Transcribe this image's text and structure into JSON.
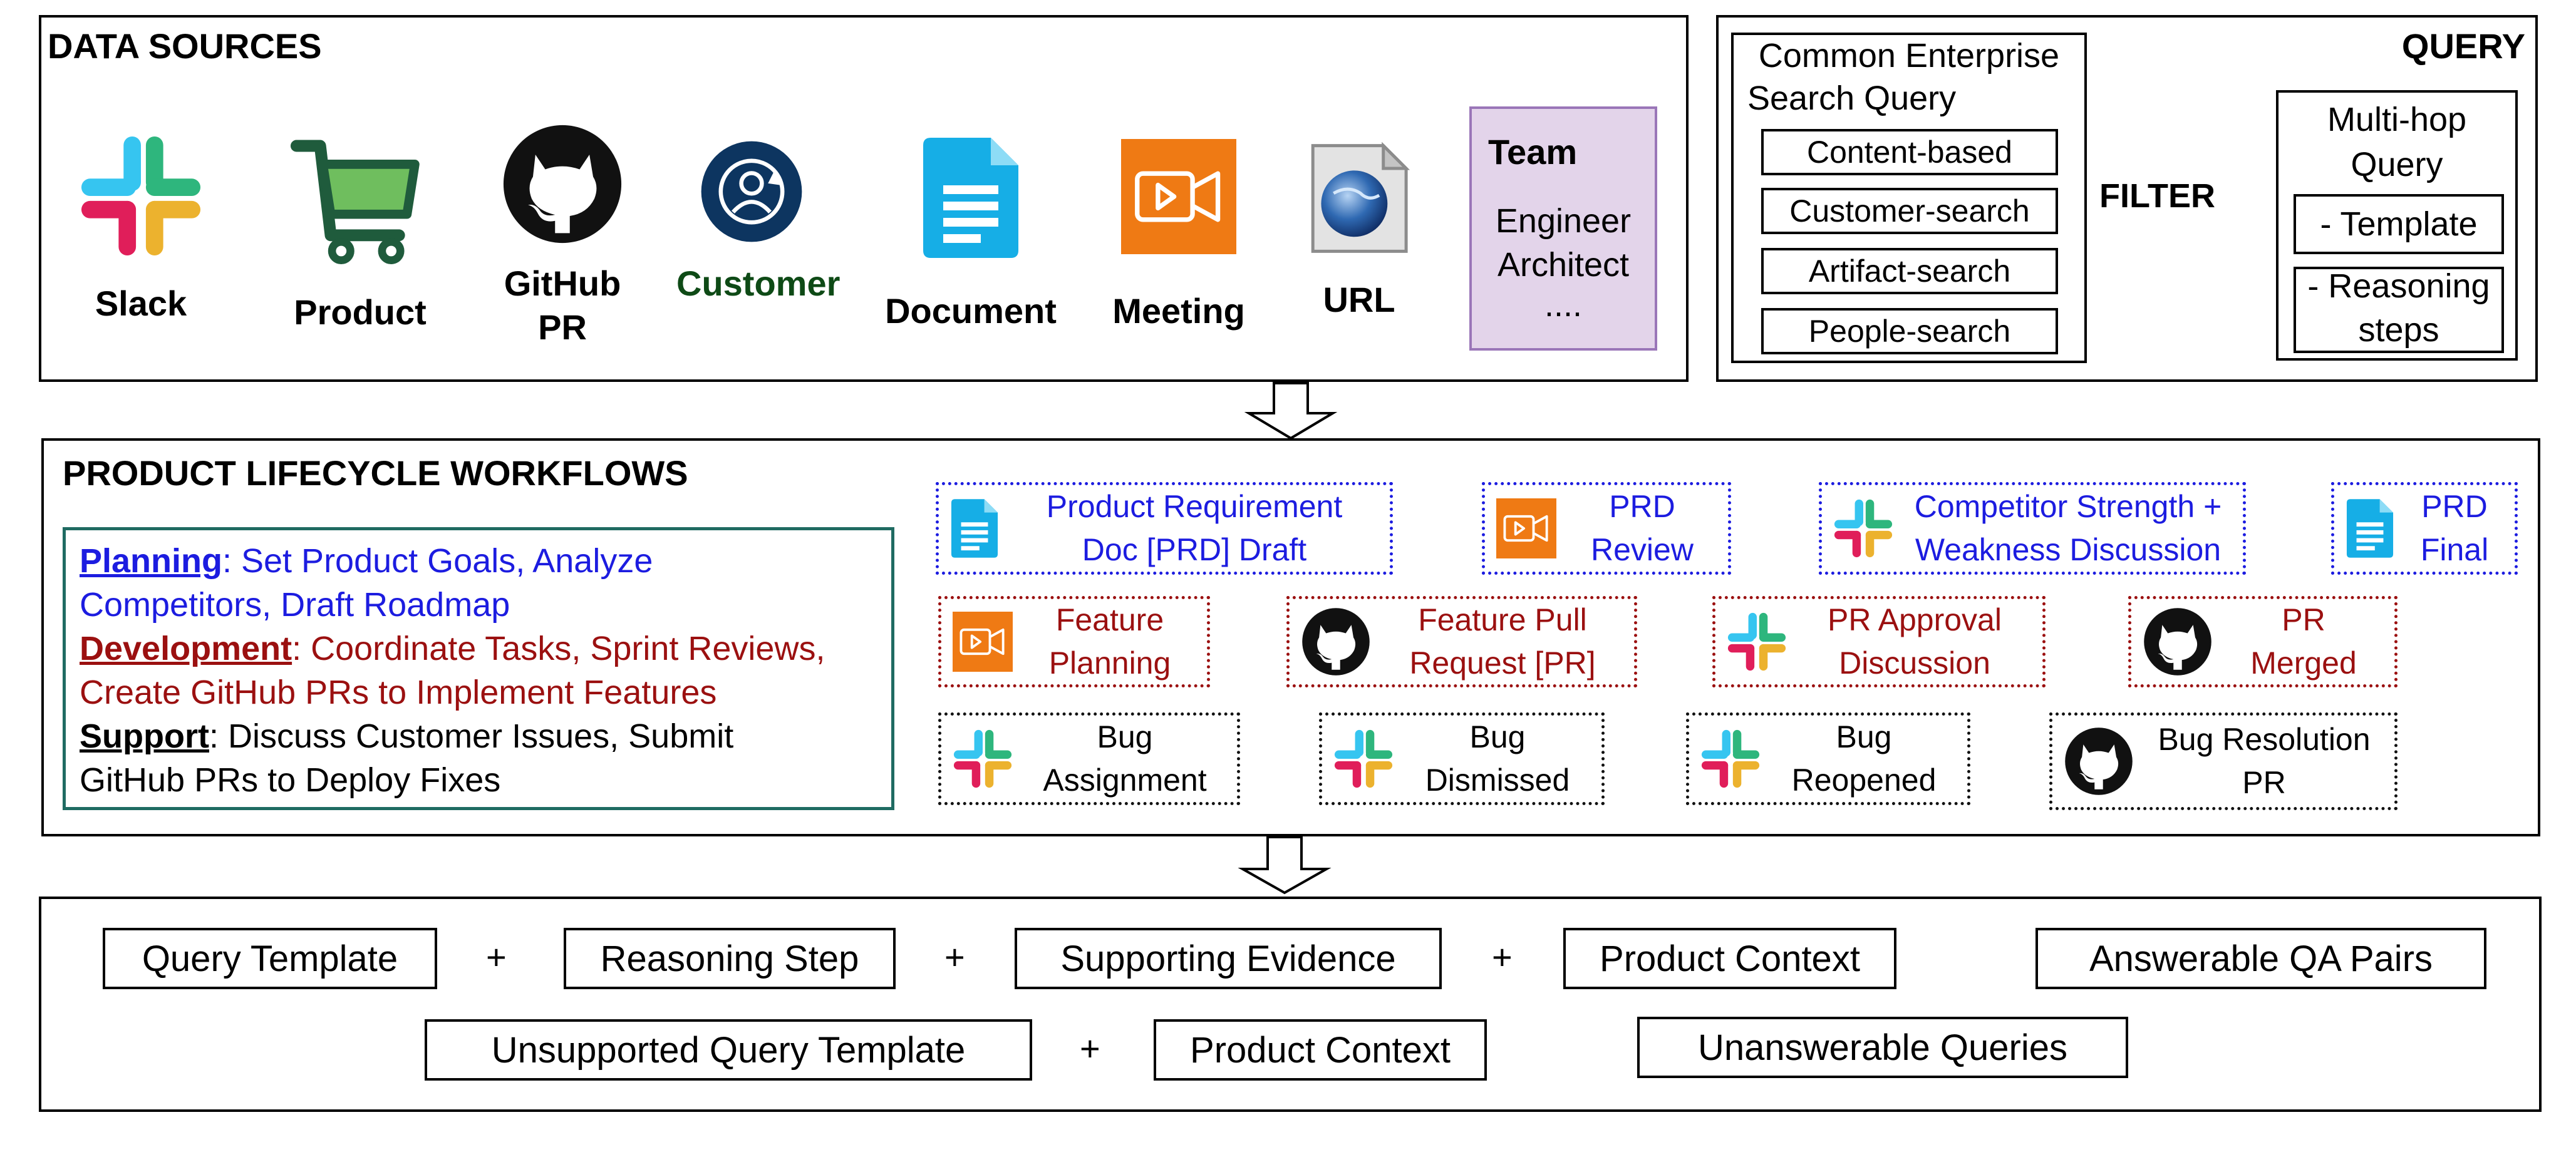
{
  "data_sources": {
    "title": "DATA SOURCES",
    "items": [
      {
        "label": "Slack",
        "icon": "slack-icon"
      },
      {
        "label": "Product",
        "icon": "cart-icon"
      },
      {
        "label": "GitHub PR",
        "line1": "GitHub",
        "line2": "PR",
        "icon": "github-icon"
      },
      {
        "label": "Customer",
        "icon": "customer-icon",
        "color": "#0e4a16"
      },
      {
        "label": "Document",
        "icon": "document-icon"
      },
      {
        "label": "Meeting",
        "icon": "meeting-icon"
      },
      {
        "label": "URL",
        "icon": "globe-file-icon"
      }
    ],
    "team": {
      "title": "Team",
      "lines": [
        "Engineer",
        "Architect",
        "...."
      ],
      "color": "#e3d4ea"
    }
  },
  "query": {
    "title": "QUERY",
    "common": {
      "title_line1": "Common Enterprise",
      "title_line2": "Search Query",
      "items": [
        "Content-based",
        "Customer-search",
        "Artifact-search",
        "People-search"
      ]
    },
    "filter_label": "FILTER",
    "multihop": {
      "title_line1": "Multi-hop",
      "title_line2": "Query",
      "item1": "- Template",
      "item2_line1": "- Reasoning",
      "item2_line2": "steps"
    }
  },
  "workflows": {
    "title": "PRODUCT LIFECYCLE WORKFLOWS",
    "summary": {
      "planning_label": "Planning",
      "planning_line1": ": Set Product Goals, Analyze",
      "planning_line2": "Competitors, Draft Roadmap",
      "development_label": "Development",
      "development_line1": ": Coordinate Tasks, Sprint Reviews,",
      "development_line2": "Create GitHub PRs to Implement Features",
      "support_label": "Support",
      "support_line1": ": Discuss Customer Issues, Submit",
      "support_line2": "GitHub PRs to Deploy Fixes"
    },
    "planning_row": [
      {
        "line1": "Product Requirement",
        "line2": "Doc [PRD] Draft",
        "icon": "document-icon"
      },
      {
        "line1": "PRD",
        "line2": "Review",
        "icon": "meeting-icon"
      },
      {
        "line1": "Competitor Strength +",
        "line2": "Weakness Discussion",
        "icon": "slack-icon"
      },
      {
        "line1": "PRD",
        "line2": "Final",
        "icon": "document-icon"
      }
    ],
    "development_row": [
      {
        "line1": "Feature",
        "line2": "Planning",
        "icon": "meeting-icon"
      },
      {
        "line1": "Feature Pull",
        "line2": "Request [PR]",
        "icon": "github-icon"
      },
      {
        "line1": "PR Approval",
        "line2": "Discussion",
        "icon": "slack-icon"
      },
      {
        "line1": "PR",
        "line2": "Merged",
        "icon": "github-icon"
      }
    ],
    "support_row": [
      {
        "line1": "Bug",
        "line2": "Assignment",
        "icon": "slack-icon"
      },
      {
        "line1": "Bug",
        "line2": "Dismissed",
        "icon": "slack-icon"
      },
      {
        "line1": "Bug",
        "line2": "Reopened",
        "icon": "slack-icon"
      },
      {
        "line1": "Bug Resolution",
        "line2": "PR",
        "icon": "github-icon"
      }
    ],
    "colors": {
      "planning": "#1c1ce0",
      "development": "#9b1010",
      "support": "#000000",
      "summary_border": "#1f6b62"
    }
  },
  "outputs": {
    "row1": [
      "Query Template",
      "Reasoning Step",
      "Supporting Evidence",
      "Product Context"
    ],
    "row1_result": "Answerable QA Pairs",
    "row2": [
      "Unsupported Query Template",
      "Product Context"
    ],
    "row2_result": "Unanswerable Queries",
    "plus": "+"
  }
}
